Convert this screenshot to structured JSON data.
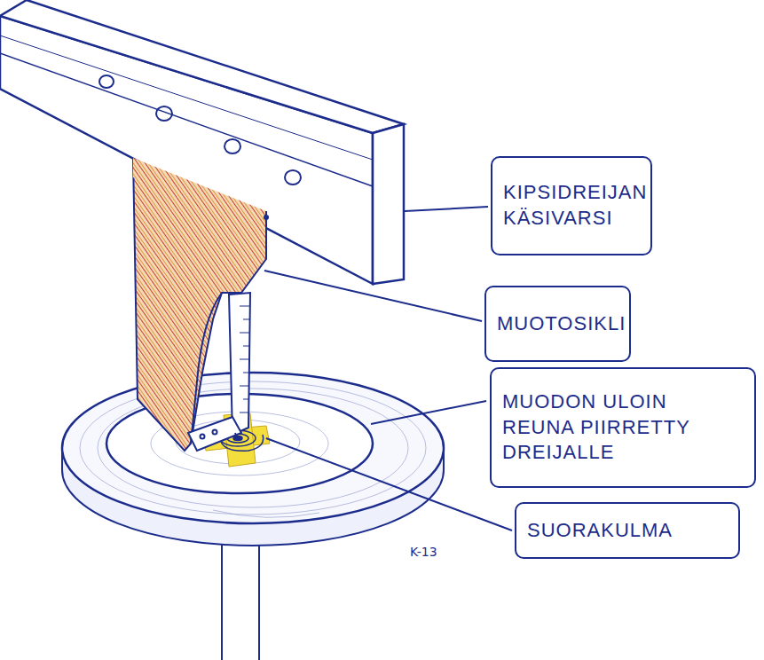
{
  "diagram": {
    "nodes": [
      {
        "text": [
          "KIPSIDREIJAN KÄSIVARSI"
        ]
      },
      {
        "text": [
          "MUOTOSIKLI"
        ]
      },
      {
        "text": [
          "MUODON ULOIN REUNA PIIRRETTY DREIJALLE"
        ]
      },
      {
        "text": [
          "SUORAKULMA"
        ]
      }
    ],
    "labels": [
      "K-13"
    ]
  }
}
